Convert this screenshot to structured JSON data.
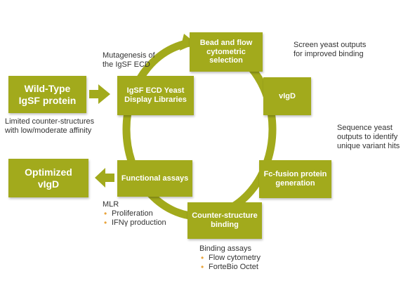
{
  "colors": {
    "box_fill": "#a2aa1c",
    "box_text": "#ffffff",
    "ring": "#a2aa1c",
    "bullet": "#e8a33a",
    "note_text": "#333333"
  },
  "boxes": {
    "bead_flow": [
      "Bead and flow",
      "cytometric",
      "selection"
    ],
    "vigd": [
      "vIgD"
    ],
    "fc_fusion": [
      "Fc-fusion protein",
      "generation"
    ],
    "counter_structure": [
      "Counter-structure",
      "binding"
    ],
    "functional_assays": [
      "Functional assays"
    ],
    "igsf_libraries": [
      "IgSF ECD Yeast",
      "Display Libraries"
    ],
    "wild_type": [
      "Wild-Type",
      "IgSF protein"
    ],
    "optimized": [
      "Optimized",
      "vIgD"
    ]
  },
  "notes": {
    "mutagenesis": [
      "Mutagenesis of",
      "the IgSF ECD"
    ],
    "screen": [
      "Screen yeast outputs",
      "for improved binding"
    ],
    "limited": [
      "Limited counter-structures",
      "with low/moderate affinity"
    ],
    "sequence": [
      "Sequence yeast",
      "outputs to identify",
      "unique variant hits"
    ],
    "mlr": {
      "title": "MLR",
      "items": [
        "Proliferation",
        "IFNγ production"
      ]
    },
    "binding_assays": {
      "title": "Binding assays",
      "items": [
        "Flow cytometry",
        "ForteBio Octet"
      ]
    }
  }
}
